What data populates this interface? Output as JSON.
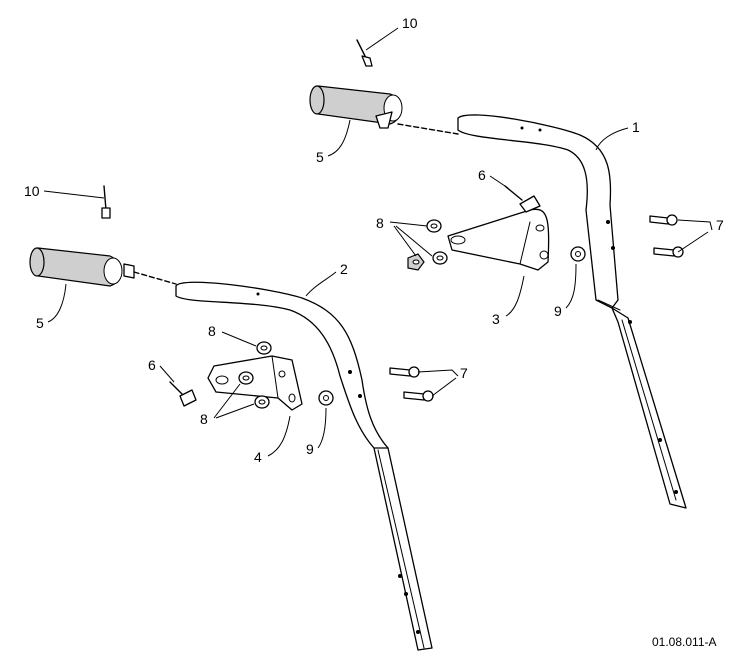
{
  "callouts": {
    "c1": "1",
    "c2": "2",
    "c3": "3",
    "c4": "4",
    "c5a": "5",
    "c5b": "5",
    "c6a": "6",
    "c6b": "6",
    "c7a": "7",
    "c7b": "7",
    "c8a": "8",
    "c8b": "8",
    "c8c": "8",
    "c9a": "9",
    "c9b": "9",
    "c10a": "10",
    "c10b": "10"
  },
  "drawing_code": "01.08.011-A"
}
